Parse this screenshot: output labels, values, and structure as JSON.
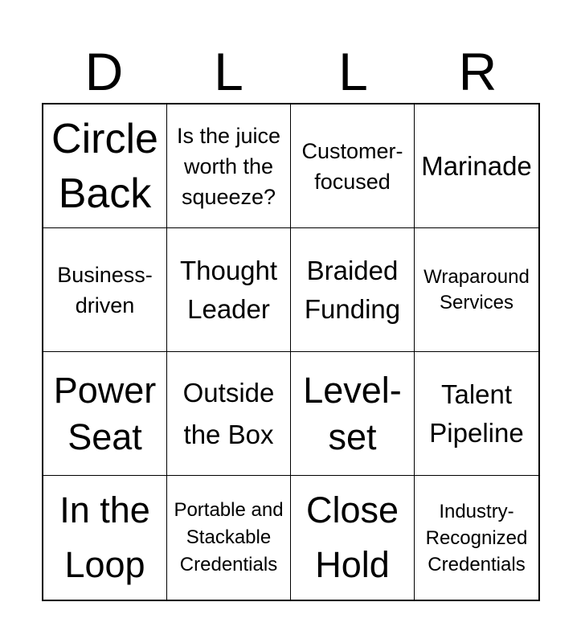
{
  "header": {
    "letters": [
      "D",
      "L",
      "L",
      "R"
    ]
  },
  "cells": [
    "Circle Back",
    "Is the juice worth the squeeze?",
    "Customer-focused",
    "Marinade",
    "Business-driven",
    "Thought Leader",
    "Braided Funding",
    "Wraparound Services",
    "Power Seat",
    "Outside the Box",
    "Level-set",
    "Talent Pipeline",
    "In the Loop",
    "Portable and Stackable Credentials",
    "Close Hold",
    "Industry-Recognized Credentials"
  ]
}
